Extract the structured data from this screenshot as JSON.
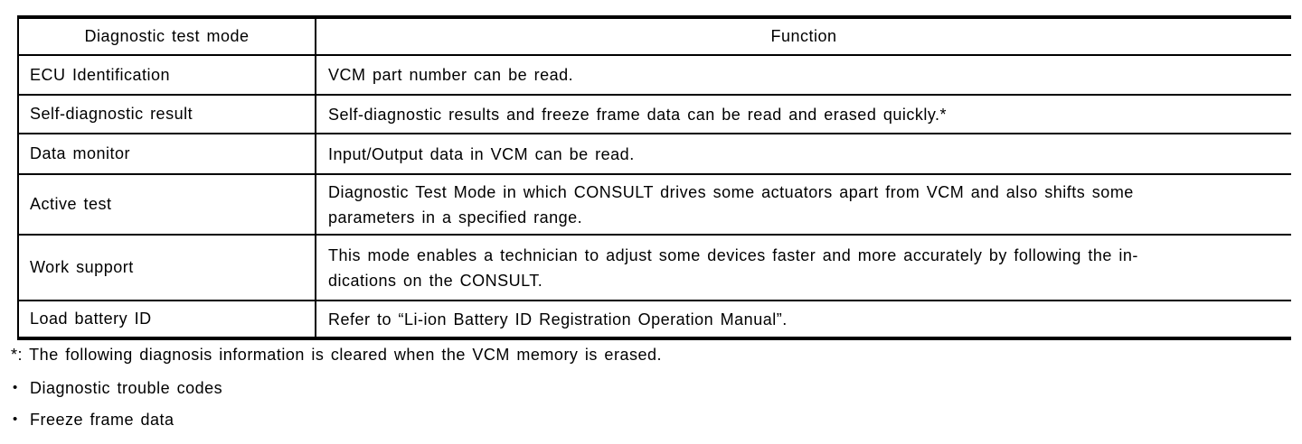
{
  "page": {
    "background_color": "#ffffff",
    "text_color": "#000000",
    "border_color": "#000000"
  },
  "table": {
    "header": {
      "mode": "Diagnostic test mode",
      "function": "Function"
    },
    "rows": [
      {
        "mode": "ECU Identification",
        "function": "VCM part number can be read."
      },
      {
        "mode": "Self-diagnostic result",
        "function": "Self-diagnostic results and freeze frame data can be read and erased quickly.*"
      },
      {
        "mode": "Data monitor",
        "function": "Input/Output data in VCM can be read."
      },
      {
        "mode": "Active test",
        "function": "Diagnostic Test Mode in which CONSULT drives some actuators apart from VCM and also shifts some\nparameters in a specified range."
      },
      {
        "mode": "Work support",
        "function": "This mode enables a technician to adjust some devices faster and more accurately by following the in-\ndications on the CONSULT."
      },
      {
        "mode": "Load battery ID",
        "function": "Refer to “Li-ion Battery ID Registration Operation Manual”."
      }
    ]
  },
  "footnote": "*: The following diagnosis information is cleared when the VCM memory is erased.",
  "bullets": {
    "glyph": "•",
    "items": [
      "Diagnostic trouble codes",
      "Freeze frame data"
    ]
  }
}
